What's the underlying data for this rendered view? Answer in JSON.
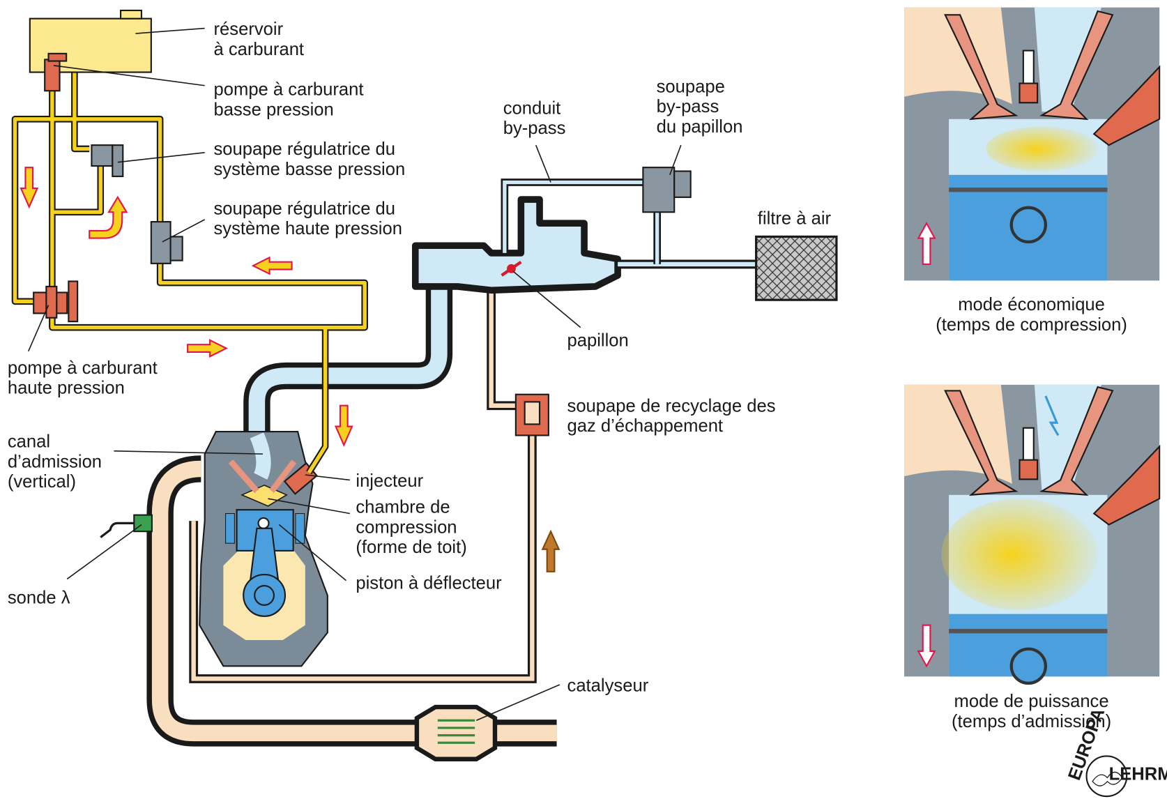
{
  "labels": {
    "reservoir": [
      "réservoir",
      "à carburant"
    ],
    "pompe_bp": [
      "pompe à carburant",
      "basse pression"
    ],
    "soupape_bp": [
      "soupape régulatrice du",
      "système basse pression"
    ],
    "soupape_hp": [
      "soupape régulatrice du",
      "système haute pression"
    ],
    "pompe_hp": [
      "pompe à carburant",
      "haute pression"
    ],
    "canal": [
      "canal",
      "d’admission",
      "(vertical)"
    ],
    "sonde": "sonde λ",
    "injecteur": "injecteur",
    "chambre": [
      "chambre de",
      "compression",
      "(forme de toit)"
    ],
    "piston": "piston à déflecteur",
    "conduit": [
      "conduit",
      "by-pass"
    ],
    "soupape_bypass": [
      "soupape",
      "by-pass",
      "du papillon"
    ],
    "filtre": "filtre à air",
    "papillon": "papillon",
    "egr": [
      "soupape de recyclage des",
      "gaz d’échappement"
    ],
    "catalyseur": "catalyseur"
  },
  "modes": {
    "eco": [
      "mode économique",
      "(temps de compression)"
    ],
    "power": [
      "mode de puissance",
      "(temps d’admission)"
    ]
  },
  "logo": "EUROPA LEHRMITTEL",
  "colors": {
    "fuel": "#f6d21e",
    "air": "#cfe9f7",
    "exhaust": "#f9dfc0",
    "component_red": "#e06a4e",
    "component_gray": "#7b8b97",
    "cylinder_blue": "#4a9fdc",
    "arrow_red": "#e8134a"
  }
}
